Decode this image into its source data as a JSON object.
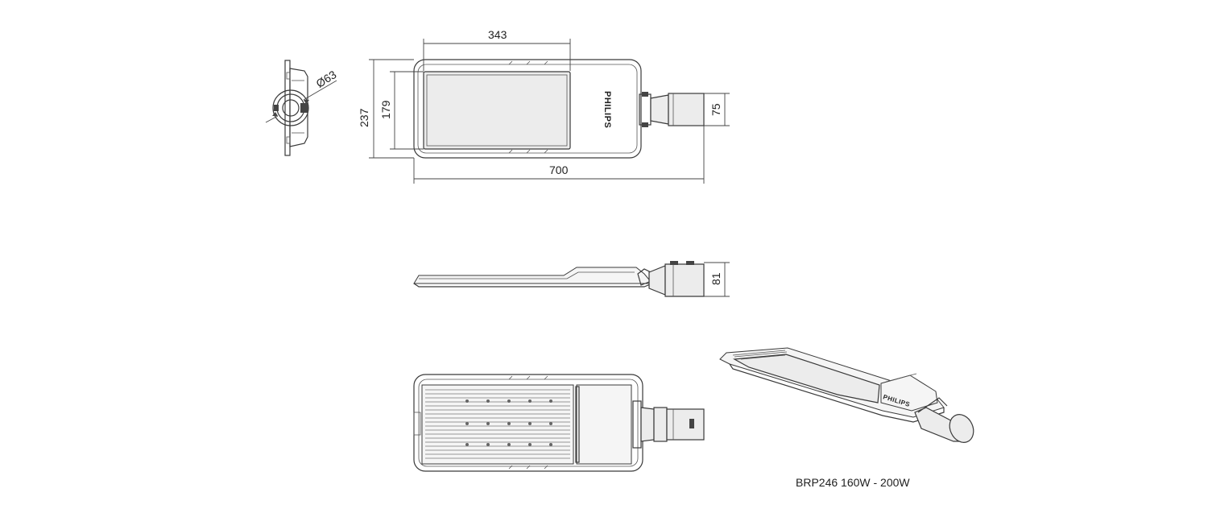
{
  "dimensions": {
    "top_width_inner": "343",
    "overall_width": "237",
    "inner_width": "179",
    "overall_length": "700",
    "bracket_width": "75",
    "side_height": "81",
    "spigot_diameter": "Ø63"
  },
  "brand_logo": "PHILIPS",
  "caption": "BRP246 160W - 200W",
  "colors": {
    "line": "#3a3a3a",
    "fill": "#ececec",
    "text": "#222222"
  }
}
